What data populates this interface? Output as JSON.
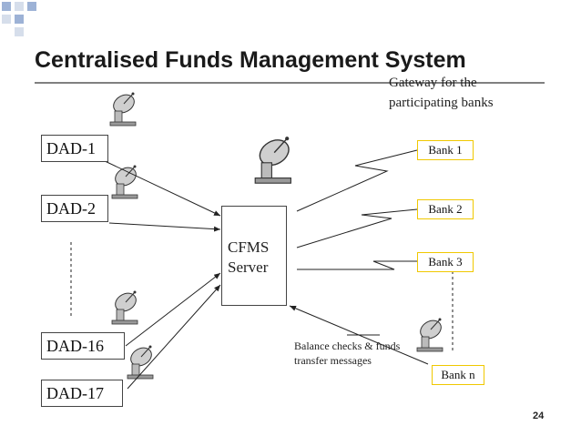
{
  "title": "Centralised Funds Management System",
  "gateway_label": "Gateway for the participating banks",
  "server_label_line1": "CFMS",
  "server_label_line2": "Server",
  "dads": [
    "DAD-1",
    "DAD-2",
    "DAD-16",
    "DAD-17"
  ],
  "banks": [
    "Bank 1",
    "Bank 2",
    "Bank 3",
    "Bank n"
  ],
  "balance_note": "Balance checks & funds transfer messages",
  "page_number": "24",
  "icons": [
    "satellite-dish-icon"
  ],
  "colors": {
    "bank_border": "#f0c800",
    "accent_square": "#9db2d6",
    "rule": "#808080"
  }
}
